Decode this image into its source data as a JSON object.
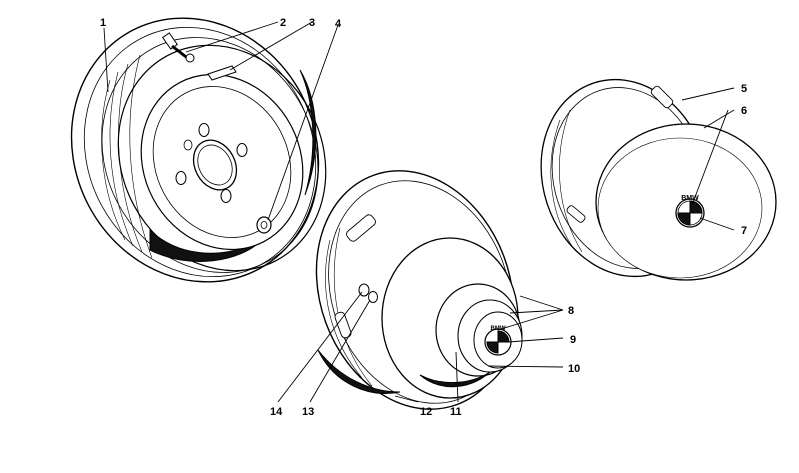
{
  "callouts": {
    "c1": "1",
    "c2": "2",
    "c3": "3",
    "c4": "4",
    "c5": "5",
    "c6": "6",
    "c7": "7",
    "c8": "8",
    "c9": "9",
    "c10": "10",
    "c11": "11",
    "c12": "12",
    "c13": "13",
    "c14": "14"
  },
  "emblem_text": "BMW",
  "colors": {
    "ink": "#000000",
    "paper": "#ffffff"
  }
}
